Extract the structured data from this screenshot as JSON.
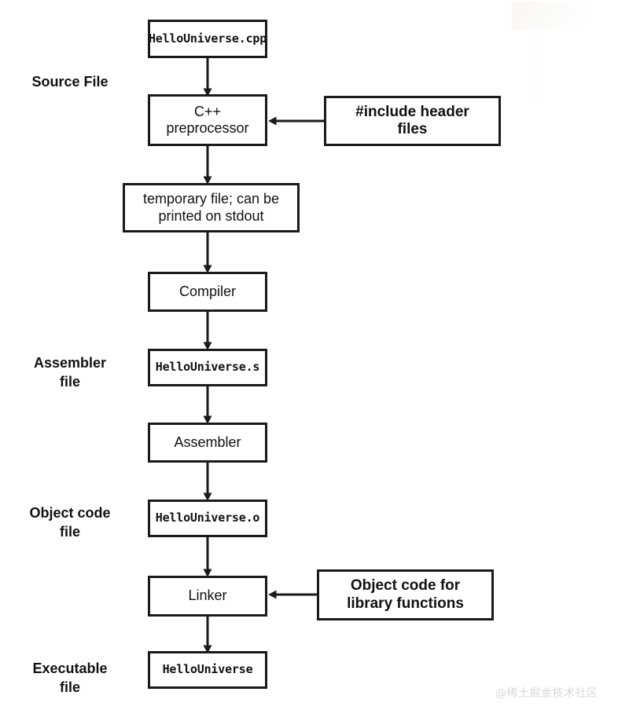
{
  "diagram": {
    "title": "C++ compilation pipeline",
    "stroke_color": "#1a1a1a",
    "background_color": "#ffffff"
  },
  "side_labels": [
    {
      "id": "source-file",
      "text": "Source File"
    },
    {
      "id": "assembler-file",
      "text": "Assembler\nfile"
    },
    {
      "id": "object-code-file",
      "text": "Object code\nfile"
    },
    {
      "id": "executable-file",
      "text": "Executable\nfile"
    }
  ],
  "nodes": {
    "source_cpp": "HelloUniverse.cpp",
    "preprocessor": "C++\npreprocessor",
    "include_headers": "#include header\nfiles",
    "temp_file": "temporary file; can be\nprinted on stdout",
    "compiler": "Compiler",
    "assembly_s": "HelloUniverse.s",
    "assembler": "Assembler",
    "object_o": "HelloUniverse.o",
    "linker": "Linker",
    "library_objects": "Object code for\nlibrary functions",
    "executable": "HelloUniverse"
  },
  "watermark": {
    "text": "@稀土掘金技术社区"
  },
  "flow_edges": [
    {
      "from": "source_cpp",
      "to": "preprocessor",
      "direction": "down"
    },
    {
      "from": "include_headers",
      "to": "preprocessor",
      "direction": "left"
    },
    {
      "from": "preprocessor",
      "to": "temp_file",
      "direction": "down"
    },
    {
      "from": "temp_file",
      "to": "compiler",
      "direction": "down"
    },
    {
      "from": "compiler",
      "to": "assembly_s",
      "direction": "down"
    },
    {
      "from": "assembly_s",
      "to": "assembler",
      "direction": "down"
    },
    {
      "from": "assembler",
      "to": "object_o",
      "direction": "down"
    },
    {
      "from": "object_o",
      "to": "linker",
      "direction": "down"
    },
    {
      "from": "library_objects",
      "to": "linker",
      "direction": "left"
    },
    {
      "from": "linker",
      "to": "executable",
      "direction": "down"
    }
  ]
}
